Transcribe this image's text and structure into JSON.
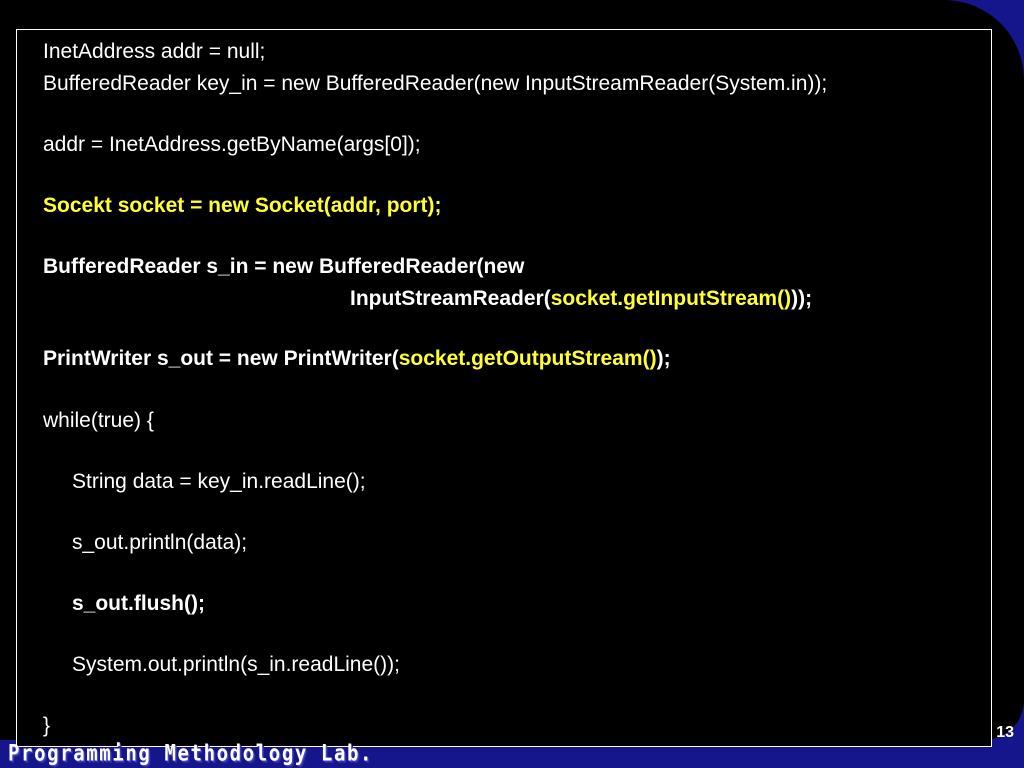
{
  "code_lines": [
    "InetAddress addr = null;",
    "BufferedReader key_in = new BufferedReader(new InputStreamReader(System.in));",
    "addr = InetAddress.getByName(args[0]);",
    "Socekt socket = new Socket(addr, port);",
    "BufferedReader s_in = new BufferedReader(new",
    {
      "pre": "InputStreamReader(",
      "hl": "socket.getInputStream()",
      "post": "));"
    },
    {
      "pre": "PrintWriter s_out = new PrintWriter(",
      "hl": "socket.getOutputStream()",
      "post": ");"
    },
    "while(true) {",
    "String data = key_in.readLine();",
    "s_out.println(data);",
    "s_out.flush();",
    "System.out.println(s_in.readLine());",
    "}"
  ],
  "page_number": "13",
  "footer_label": "Programming Methodology Lab.",
  "colors": {
    "background": "#000000",
    "frame_blue": "#15168c",
    "text": "#ffffff",
    "highlight": "#ffff33"
  }
}
